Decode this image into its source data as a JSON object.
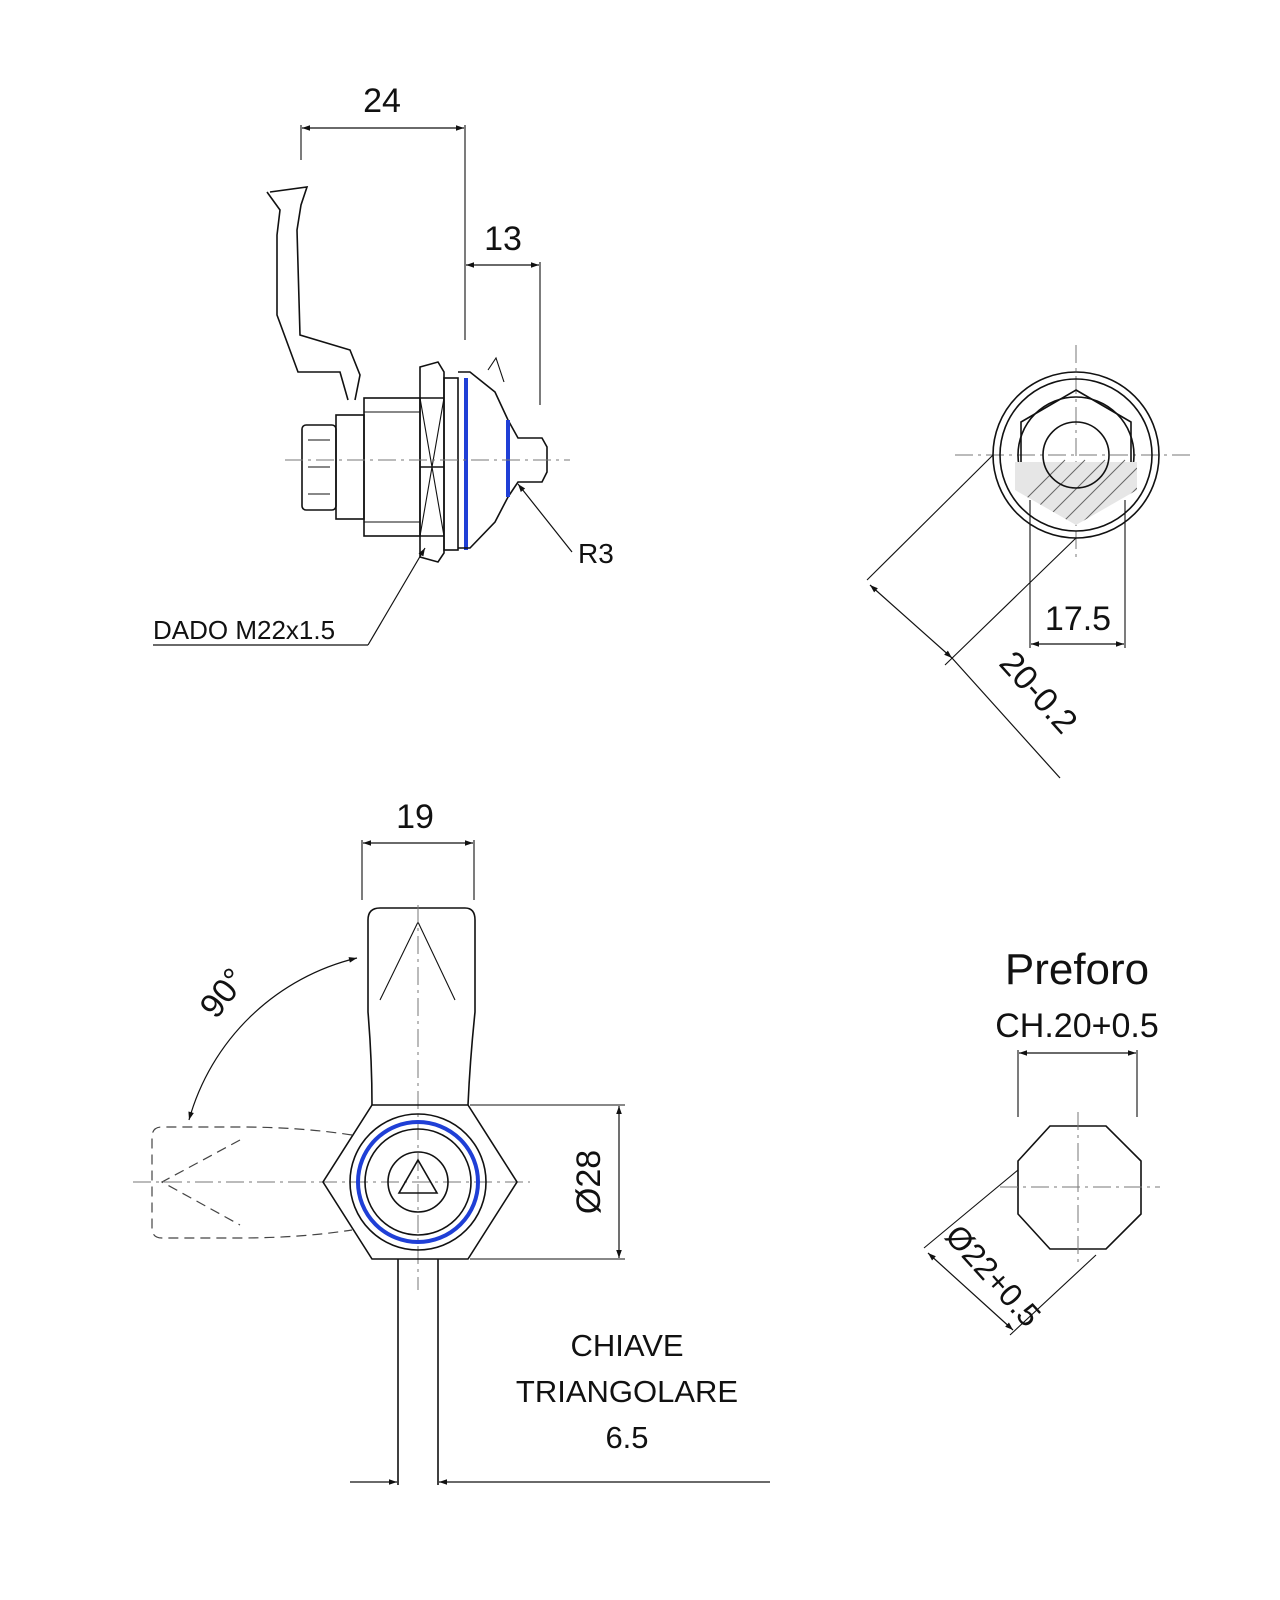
{
  "colors": {
    "line": "#111111",
    "seal": "#1f3fd6",
    "centerline": "#777777"
  },
  "side_view": {
    "dim_width": "24",
    "dim_tip": "13",
    "radius_label": "R3",
    "nut_label": "DADO M22x1.5"
  },
  "end_view": {
    "dim_flat": "17.5",
    "dim_across": "20-0.2"
  },
  "front_view": {
    "dim_handle": "19",
    "dim_angle": "90°",
    "dim_diameter": "Ø28",
    "key_line1": "CHIAVE",
    "key_line2": "TRIANGOLARE",
    "key_line3": "6.5"
  },
  "cutout": {
    "title": "Preforo",
    "dim_flat": "CH.20+0.5",
    "dim_diameter": "Ø22+0.5"
  }
}
